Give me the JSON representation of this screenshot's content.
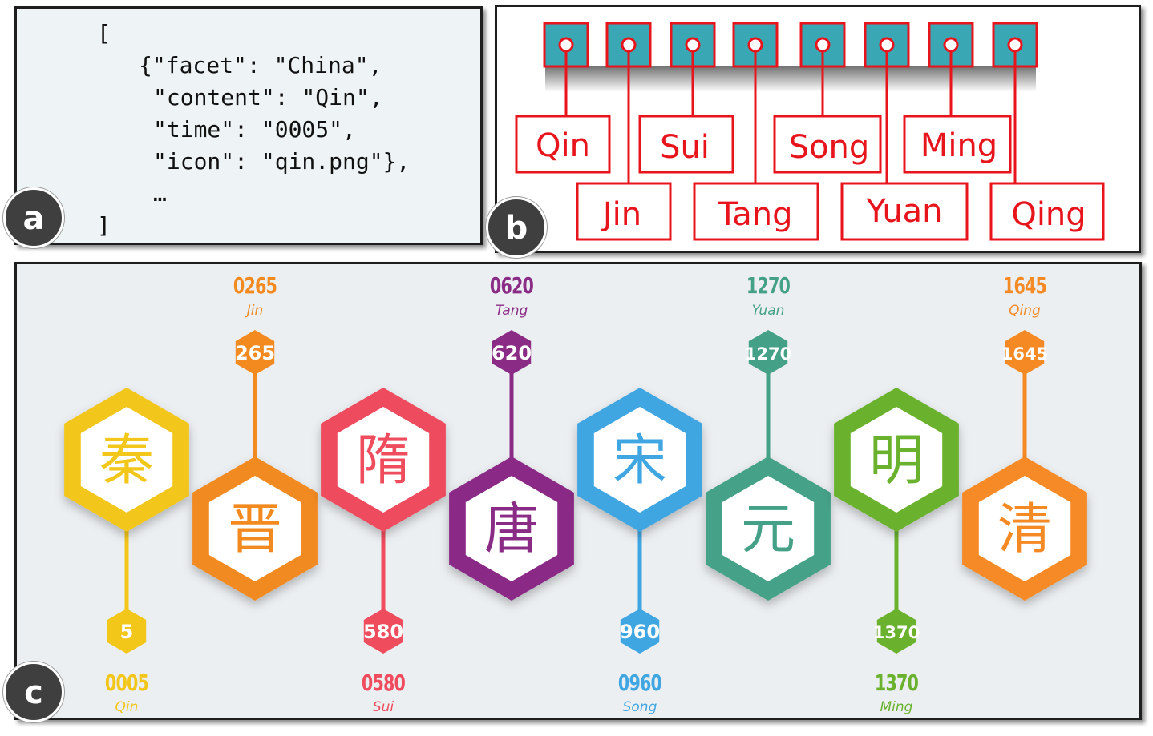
{
  "panel_a": {
    "badge": "a",
    "code_lines": [
      "[",
      "{\"facet\": \"China\",",
      "\"content\": \"Qin\",",
      "\"time\": \"0005\",",
      "\"icon\": \"qin.png\"},",
      "…",
      "]"
    ]
  },
  "panel_b": {
    "badge": "b",
    "top_row": [
      "Qin",
      "Sui",
      "Song",
      "Ming"
    ],
    "bottom_row": [
      "Jin",
      "Tang",
      "Yuan",
      "Qing"
    ]
  },
  "panel_c": {
    "badge": "c",
    "dynasties": [
      {
        "name": "Qin",
        "year": "0005",
        "short": "5",
        "glyph": "秦",
        "color": "#f3c61a",
        "pos": "bottom"
      },
      {
        "name": "Jin",
        "year": "0265",
        "short": "265",
        "glyph": "晋",
        "color": "#f28a20",
        "pos": "top"
      },
      {
        "name": "Sui",
        "year": "0580",
        "short": "580",
        "glyph": "隋",
        "color": "#ef4c5e",
        "pos": "bottom"
      },
      {
        "name": "Tang",
        "year": "0620",
        "short": "620",
        "glyph": "唐",
        "color": "#8a2b86",
        "pos": "top"
      },
      {
        "name": "Song",
        "year": "0960",
        "short": "960",
        "glyph": "宋",
        "color": "#40a6e2",
        "pos": "bottom"
      },
      {
        "name": "Yuan",
        "year": "1270",
        "short": "1270",
        "glyph": "元",
        "color": "#44a187",
        "pos": "top"
      },
      {
        "name": "Ming",
        "year": "1370",
        "short": "1370",
        "glyph": "明",
        "color": "#6ab22e",
        "pos": "bottom"
      },
      {
        "name": "Qing",
        "year": "1645",
        "short": "1645",
        "glyph": "清",
        "color": "#f58a25",
        "pos": "top"
      }
    ]
  }
}
